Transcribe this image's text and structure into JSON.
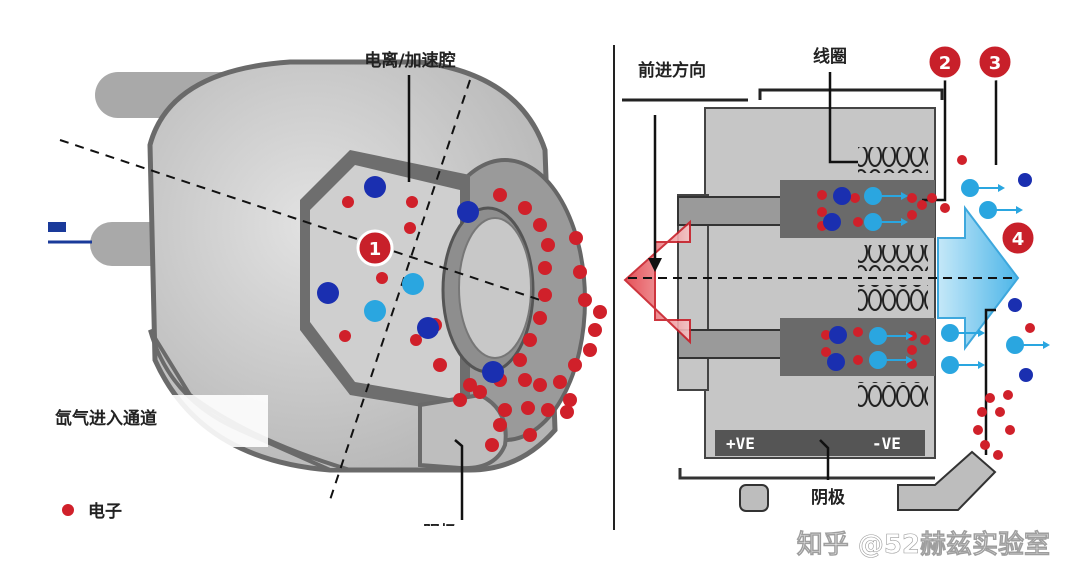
{
  "left_panel": {
    "label_chamber": "电离/加速腔",
    "label_gas_inlet": "氙气进入通道",
    "legend_electron": "电子",
    "label_cathode_cut": "阴极",
    "marker_1": "1"
  },
  "right_panel": {
    "label_direction": "前进方向",
    "label_coil": "线圈",
    "label_pos": "+VE",
    "label_neg": "-VE",
    "label_cathode": "阴极",
    "marker_2": "2",
    "marker_3": "3",
    "marker_4": "4"
  },
  "watermark": "知乎 @52赫兹实验室",
  "colors": {
    "electron": "#d0202a",
    "ion_dark": "#1a2fb0",
    "ion_light": "#2aa6e0",
    "marker": "#c8202a",
    "body_gray": "#c9c9c9",
    "dark_gray": "#6f6f6f"
  }
}
